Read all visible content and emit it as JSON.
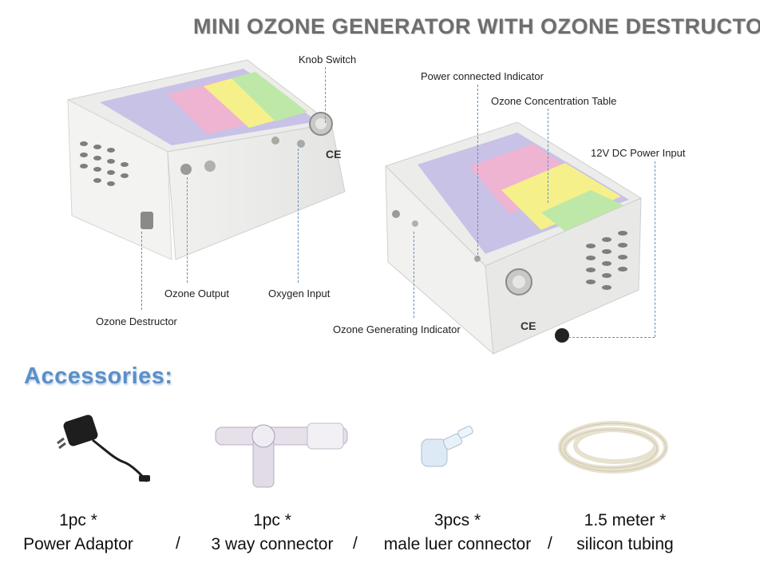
{
  "title": "MINI OZONE GENERATOR WITH OZONE DESTRUCTOR",
  "callouts": {
    "knob_switch": "Knob Switch",
    "power_indicator": "Power connected Indicator",
    "concentration_table": "Ozone Concentration Table",
    "power_input": "12V DC Power Input",
    "ozone_output": "Ozone Output",
    "oxygen_input": "Oxygen Input",
    "ozone_destructor": "Ozone Destructor",
    "generating_indicator": "Ozone Generating Indicator"
  },
  "accessories_heading": "Accessories:",
  "accessories": [
    {
      "qty": "1pc *",
      "name": "Power Adaptor"
    },
    {
      "qty": "1pc *",
      "name": "3 way connector"
    },
    {
      "qty": "3pcs *",
      "name": "male luer connector"
    },
    {
      "qty": "1.5 meter *",
      "name": "silicon tubing"
    }
  ],
  "separator": "/",
  "marks": {
    "ce": "CE"
  }
}
